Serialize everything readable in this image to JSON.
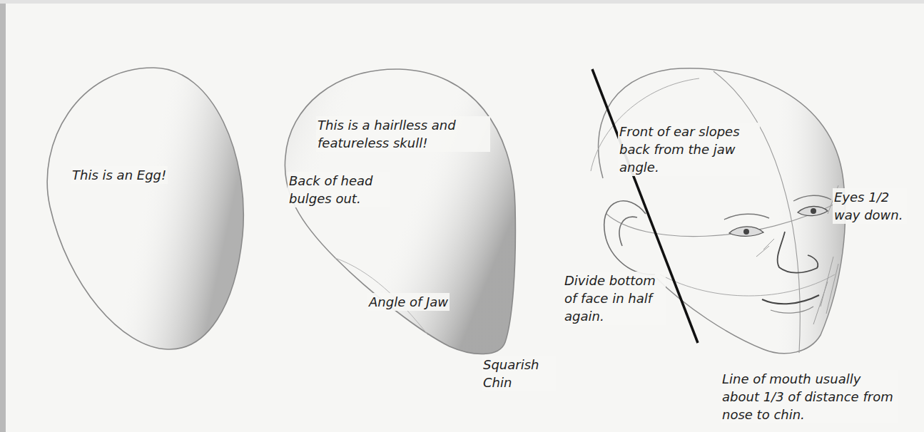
{
  "diagram": {
    "labels": [
      "This is an Egg!",
      "This is a hairlless and featureless skull!",
      "Back of head bulges out.",
      "Angle of Jaw",
      "Squarish Chin",
      "Front of ear slopes back from the jaw angle.",
      "Eyes 1/2 way down.",
      "Divide bottom of face in half again.",
      "Line of mouth usually about 1/3 of distance from nose to chin."
    ]
  }
}
